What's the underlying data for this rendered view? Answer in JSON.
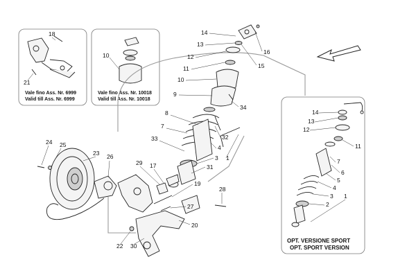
{
  "insets": {
    "left": {
      "note_it": "Vale fino Ass. Nr. 6999",
      "note_en": "Valid till Ass. Nr. 6999",
      "callouts": [
        "18",
        "21"
      ]
    },
    "middle": {
      "note_it": "Vale fino Ass. Nr. 10018",
      "note_en": "Valid till Ass. Nr. 10018",
      "callouts": [
        "10"
      ]
    },
    "right": {
      "title_it": "OPT. VERSIONE SPORT",
      "title_en": "OPT. SPORT VERSION",
      "callouts": [
        "14",
        "13",
        "12",
        "11",
        "7",
        "6",
        "5",
        "4",
        "3",
        "1",
        "2"
      ]
    }
  },
  "main_callouts": [
    "14",
    "16",
    "13",
    "12",
    "15",
    "11",
    "10",
    "9",
    "34",
    "8",
    "7",
    "32",
    "33",
    "4",
    "3",
    "31",
    "1",
    "24",
    "25",
    "23",
    "26",
    "29",
    "17",
    "19",
    "28",
    "27",
    "20",
    "22",
    "30"
  ],
  "colors": {
    "line": "#222222",
    "guide": "#999999",
    "frame": "#777777"
  }
}
